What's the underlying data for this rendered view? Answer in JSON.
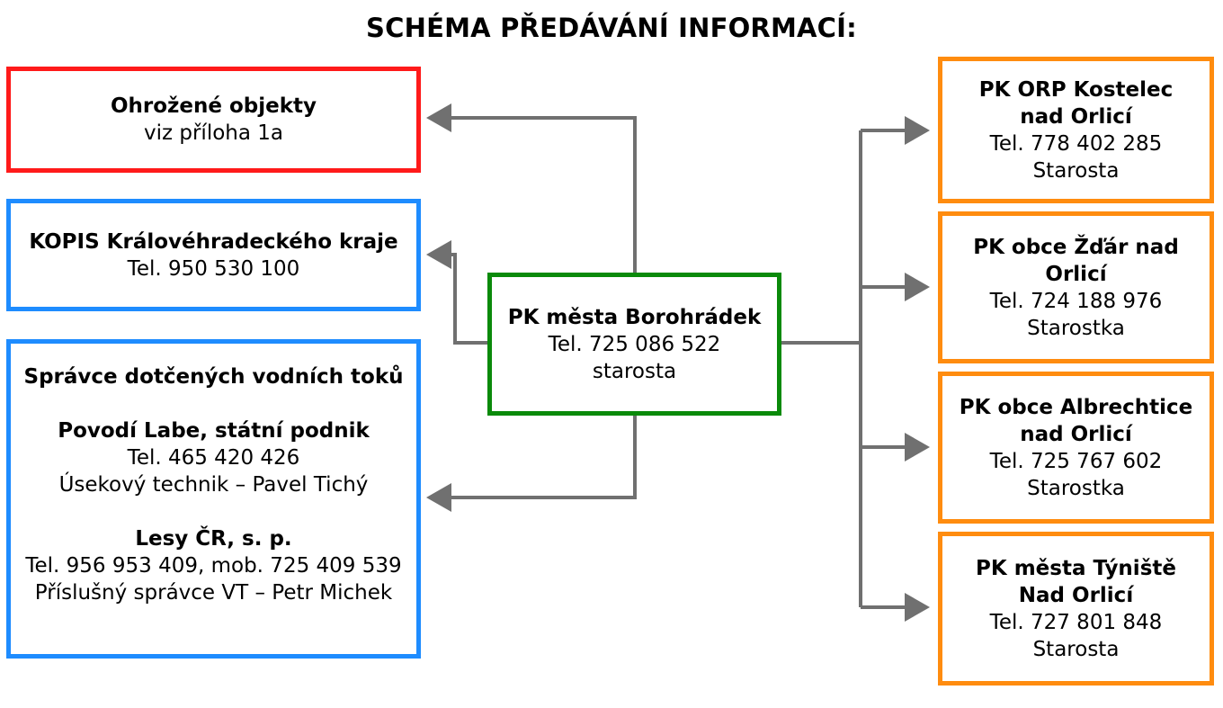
{
  "title": "SCHÉMA PŘEDÁVÁNÍ INFORMACÍ:",
  "center": {
    "name": "PK města Borohrádek",
    "tel": "Tel. 725 086 522",
    "role": "starosta"
  },
  "left": {
    "threatened": {
      "name": "Ohrožené objekty",
      "note": "viz příloha 1a"
    },
    "kopis": {
      "name": "KOPIS Královéhradeckého kraje",
      "tel": "Tel. 950 530 100"
    },
    "water": {
      "heading": "Správce dotčených vodních toků",
      "org1": {
        "name": "Povodí Labe, státní podnik",
        "tel": "Tel. 465 420 426",
        "role": "Úsekový technik – Pavel Tichý"
      },
      "org2": {
        "name": "Lesy ČR, s. p.",
        "tel": "Tel. 956 953 409, mob. 725 409 539",
        "role": "Příslušný správce VT – Petr Michek"
      }
    }
  },
  "right": [
    {
      "name1": "PK ORP Kostelec",
      "name2": "nad Orlicí",
      "tel": "Tel. 778 402 285",
      "role": "Starosta"
    },
    {
      "name1": "PK obce Žďár nad",
      "name2": "Orlicí",
      "tel": "Tel. 724 188 976",
      "role": "Starostka"
    },
    {
      "name1": "PK obce Albrechtice",
      "name2": "nad Orlicí",
      "tel": "Tel. 725 767 602",
      "role": "Starostka"
    },
    {
      "name1": "PK města Týniště",
      "name2": "Nad Orlicí",
      "tel": "Tel. 727 801 848",
      "role": "Starosta"
    }
  ],
  "colors": {
    "threatened": "#ff1a1a",
    "kopis": "#1e8cff",
    "center": "#0a8a0a",
    "right": "#ff8c0f",
    "connector": "#707070"
  }
}
